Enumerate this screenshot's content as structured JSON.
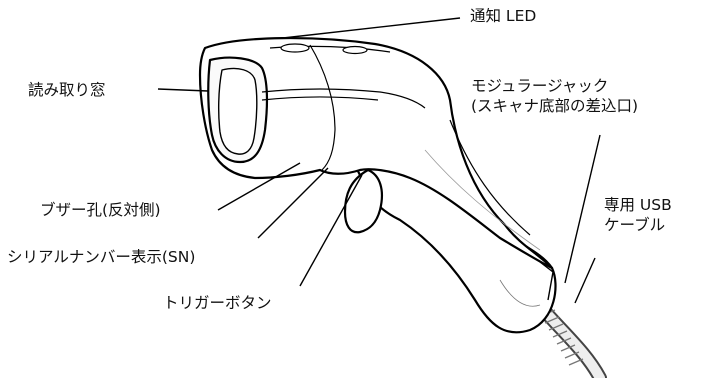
{
  "diagram": {
    "labels": {
      "notification_led": "通知 LED",
      "reading_window": "読み取り窓",
      "modular_jack_line1": "モジュラージャック",
      "modular_jack_line2": "(スキャナ底部の差込口)",
      "buzzer_hole": "ブザー孔(反対側)",
      "usb_cable_line1": "専用 USB",
      "usb_cable_line2": "ケーブル",
      "serial_number": "シリアルナンバー表示(SN)",
      "trigger_button": "トリガーボタン"
    }
  }
}
